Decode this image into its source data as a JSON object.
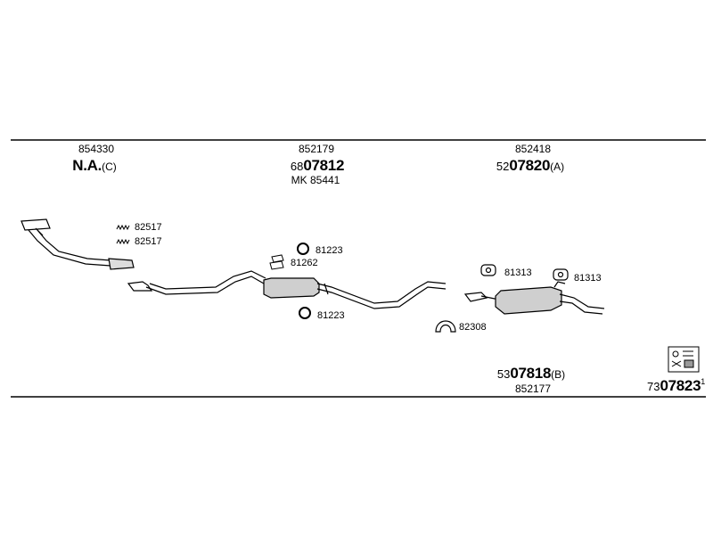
{
  "sections": [
    {
      "part_no": "854330",
      "code_main": "N.A.",
      "code_suffix": "(C)"
    },
    {
      "part_no": "852179",
      "code_prefix": "68",
      "code_main": "07812",
      "extra": "MK 85441"
    },
    {
      "part_no": "852418",
      "code_prefix": "52",
      "code_main": "07820",
      "code_suffix": "(A)"
    }
  ],
  "bottom_assembly": {
    "code_prefix": "53",
    "code_main": "07818",
    "code_suffix": "(B)",
    "part_no": "852177"
  },
  "kit": {
    "code_prefix": "73",
    "code_main": "07823",
    "code_sup": "1"
  },
  "small_parts": {
    "clamp_top": "82517",
    "clamp_bottom": "82517",
    "ring_upper": "81223",
    "bracket": "81262",
    "ring_lower": "81223",
    "clip": "82308",
    "hanger_left": "81313",
    "hanger_right": "81313"
  },
  "colors": {
    "ink": "#000000",
    "muted": "#444444",
    "fill": "#cfcfcf",
    "bg": "#ffffff"
  }
}
